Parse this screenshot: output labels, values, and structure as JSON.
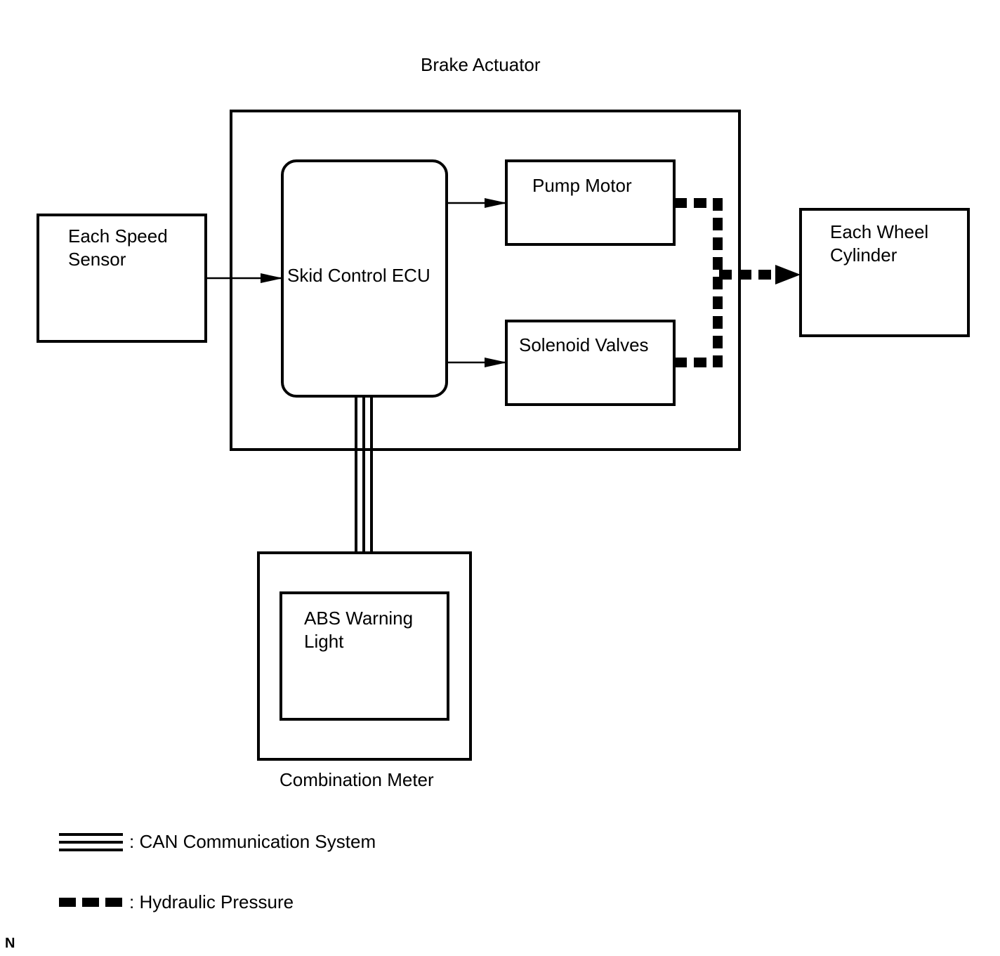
{
  "diagram": {
    "brake_actuator_label": "Brake Actuator",
    "speed_sensor_label": "Each Speed\nSensor",
    "ecu_label": "Skid Control ECU",
    "pump_motor_label": "Pump Motor",
    "solenoid_label": "Solenoid Valves",
    "wheel_cylinder_label": "Each Wheel\nCylinder",
    "abs_light_label": "ABS Warning\nLight",
    "combination_meter_label": "Combination Meter"
  },
  "legend": {
    "can_label": ": CAN Communication System",
    "hydraulic_label": ": Hydraulic Pressure"
  },
  "corner_mark": "N",
  "colors": {
    "line": "#000000",
    "background": "#ffffff"
  }
}
